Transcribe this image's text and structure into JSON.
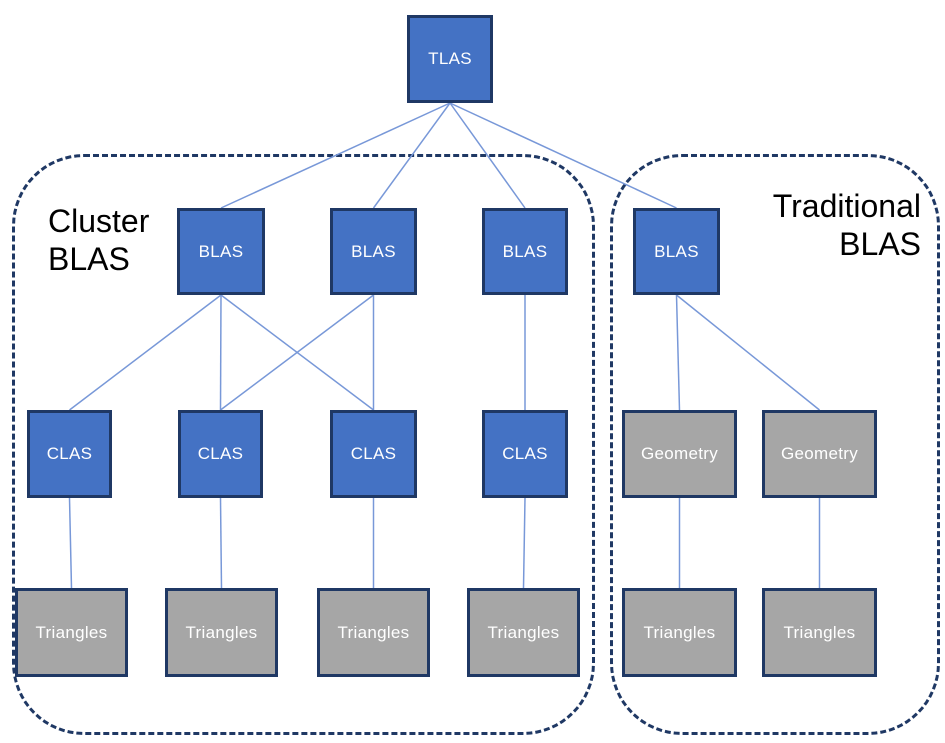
{
  "groups": {
    "cluster": {
      "label_line1": "Cluster",
      "label_line2": "BLAS"
    },
    "traditional": {
      "label_line1": "Traditional",
      "label_line2": "BLAS"
    }
  },
  "nodes": {
    "tlas": {
      "label": "TLAS",
      "type": "blue"
    },
    "blas1": {
      "label": "BLAS",
      "type": "blue"
    },
    "blas2": {
      "label": "BLAS",
      "type": "blue"
    },
    "blas3": {
      "label": "BLAS",
      "type": "blue"
    },
    "blas4": {
      "label": "BLAS",
      "type": "blue"
    },
    "clas1": {
      "label": "CLAS",
      "type": "blue"
    },
    "clas2": {
      "label": "CLAS",
      "type": "blue"
    },
    "clas3": {
      "label": "CLAS",
      "type": "blue"
    },
    "clas4": {
      "label": "CLAS",
      "type": "blue"
    },
    "geo1": {
      "label": "Geometry",
      "type": "gray"
    },
    "geo2": {
      "label": "Geometry",
      "type": "gray"
    },
    "tri1": {
      "label": "Triangles",
      "type": "gray"
    },
    "tri2": {
      "label": "Triangles",
      "type": "gray"
    },
    "tri3": {
      "label": "Triangles",
      "type": "gray"
    },
    "tri4": {
      "label": "Triangles",
      "type": "gray"
    },
    "tri5": {
      "label": "Triangles",
      "type": "gray"
    },
    "tri6": {
      "label": "Triangles",
      "type": "gray"
    }
  },
  "edges": [
    {
      "from": "tlas",
      "to": "blas1"
    },
    {
      "from": "tlas",
      "to": "blas2"
    },
    {
      "from": "tlas",
      "to": "blas3"
    },
    {
      "from": "tlas",
      "to": "blas4"
    },
    {
      "from": "blas1",
      "to": "clas1"
    },
    {
      "from": "blas1",
      "to": "clas2"
    },
    {
      "from": "blas1",
      "to": "clas3"
    },
    {
      "from": "blas2",
      "to": "clas2"
    },
    {
      "from": "blas2",
      "to": "clas3"
    },
    {
      "from": "blas3",
      "to": "clas4"
    },
    {
      "from": "blas4",
      "to": "geo1"
    },
    {
      "from": "blas4",
      "to": "geo2"
    },
    {
      "from": "clas1",
      "to": "tri1"
    },
    {
      "from": "clas2",
      "to": "tri2"
    },
    {
      "from": "clas3",
      "to": "tri3"
    },
    {
      "from": "clas4",
      "to": "tri4"
    },
    {
      "from": "geo1",
      "to": "tri5"
    },
    {
      "from": "geo2",
      "to": "tri6"
    }
  ],
  "colors": {
    "node_blue_fill": "#4472C4",
    "node_gray_fill": "#A6A6A6",
    "node_border": "#1F3864",
    "node_text": "#FFFFFF",
    "connector": "#7898D8",
    "group_border": "#1F3864",
    "group_label_text": "#000000",
    "background": "#FFFFFF"
  }
}
